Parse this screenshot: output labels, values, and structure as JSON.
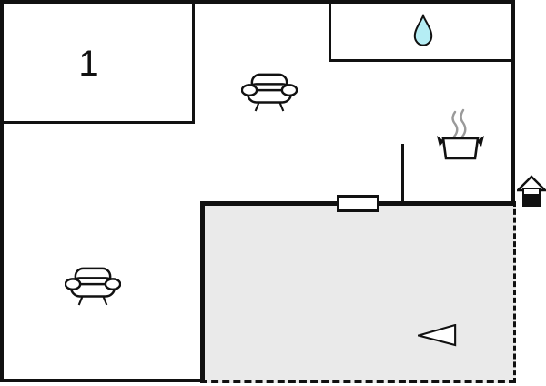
{
  "floorplan": {
    "room": {
      "number": "1"
    },
    "colors": {
      "wall": "#111111",
      "floor": "#ffffff",
      "terrace_fill": "#eaeaea",
      "water_drop": "#b5edf4",
      "steam": "#9a9a9a"
    },
    "icons": {
      "water_drop": "water-drop",
      "sofa_top": "sofa",
      "sofa_bottom": "sofa",
      "cooking_pot": "cooking-pot-with-steam",
      "terrace_arrow": "left-pointing-triangle",
      "entrance": "house-entrance"
    }
  }
}
